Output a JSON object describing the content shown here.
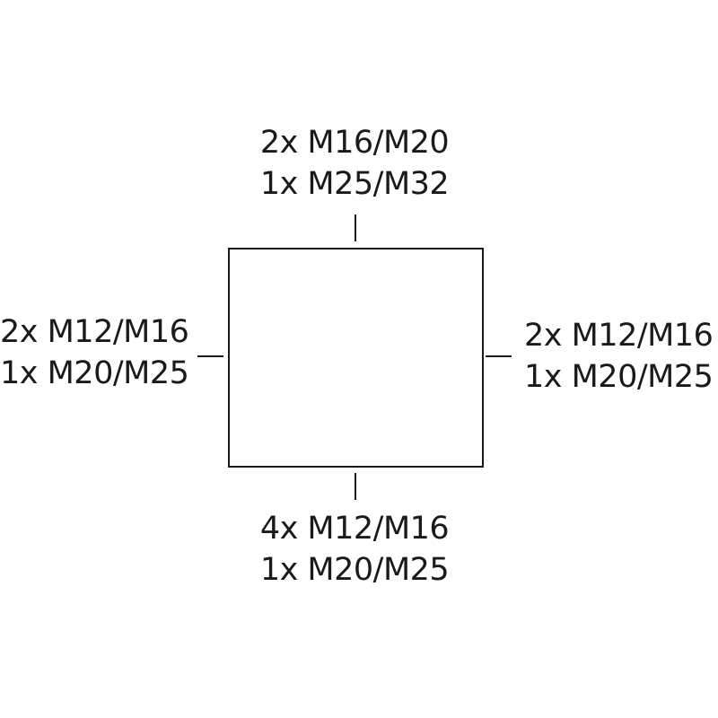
{
  "entries": {
    "top": {
      "line1": "2x M16/M20",
      "line2": "1x M25/M32"
    },
    "left": {
      "line1": "2x M12/M16",
      "line2": "1x M20/M25"
    },
    "right": {
      "line1": "2x M12/M16",
      "line2": "1x M20/M25"
    },
    "bottom": {
      "line1": "4x M12/M16",
      "line2": "1x M20/M25"
    }
  },
  "colors": {
    "stroke": "#1a1a1a",
    "background": "#ffffff"
  }
}
